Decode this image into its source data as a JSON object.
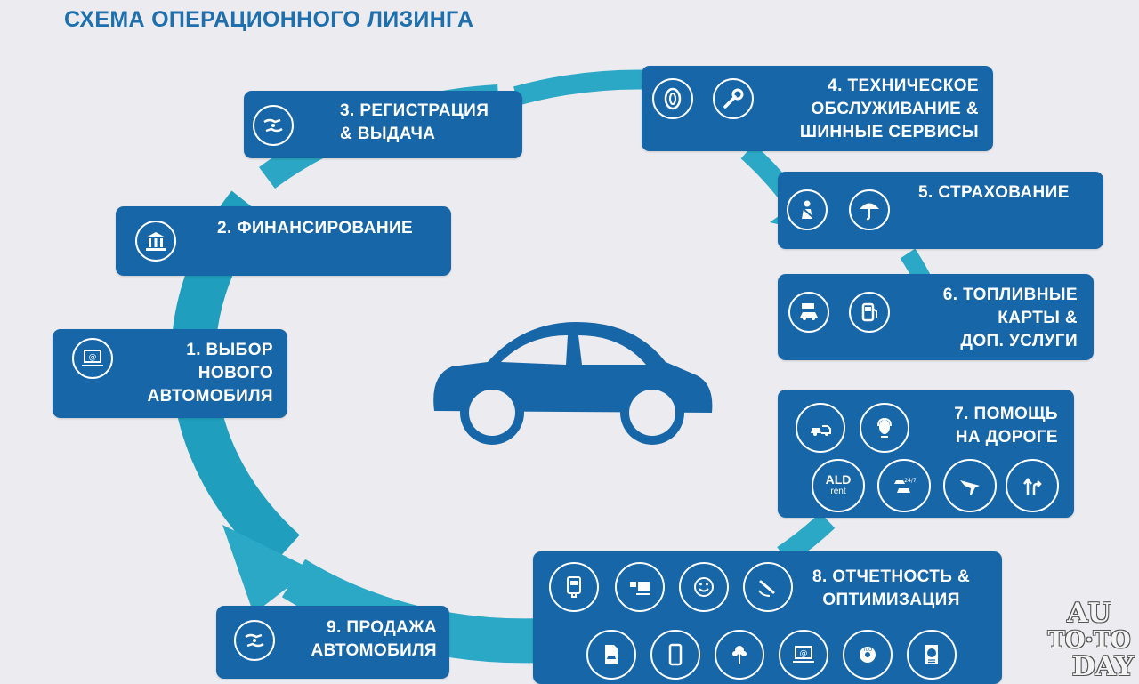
{
  "title": "СХЕМА ОПЕРАЦИОННОГО ЛИЗИНГА",
  "steps": [
    {
      "label": "1.  ВЫБОР\nНОВОГО\nАВТОМОБИЛЯ",
      "icons": [
        "laptop-at-icon"
      ]
    },
    {
      "label": "2.  ФИНАНСИРОВАНИЕ",
      "icons": [
        "bank-icon"
      ]
    },
    {
      "label": "3.  РЕГИСТРАЦИЯ\n& ВЫДАЧА",
      "icons": [
        "hands-exchange-icon"
      ]
    },
    {
      "label": "4. ТЕХНИЧЕСКОЕ\nОБСЛУЖИВАНИЕ &\nШИННЫЕ СЕРВИСЫ",
      "icons": [
        "tire-icon",
        "wrench-icon"
      ]
    },
    {
      "label": "5.  СТРАХОВАНИЕ",
      "icons": [
        "seatbelt-person-icon",
        "umbrella-icon"
      ]
    },
    {
      "label": "6. ТОПЛИВНЫЕ\nКАРТЫ &\nДОП. УСЛУГИ",
      "icons": [
        "car-wash-icon",
        "fuel-pump-icon"
      ]
    },
    {
      "label": "7. ПОМОЩЬ\nНА ДОРОГЕ",
      "icons": [
        "tow-truck-icon",
        "headset-operator-icon",
        "ald-rent-icon",
        "replacement-car-24-7-icon",
        "airplane-icon",
        "directions-icon"
      ],
      "ald_text": "ALD",
      "ald_sub": "rent",
      "badge_24_7": "24/7"
    },
    {
      "label": "8. ОТЧЕТНОСТЬ &\nОПТИМИЗАЦИЯ",
      "icons": [
        "fuel-card-reader-icon",
        "computer-transfer-icon",
        "smiley-icon",
        "speedometer-icon",
        "car-document-icon",
        "smartphone-icon",
        "tree-eco-icon",
        "laptop-at-icon",
        "tco-disc-icon",
        "euro-document-icon"
      ],
      "tco_text": "TCO"
    },
    {
      "label": "9.  ПРОДАЖА\nАВТОМОБИЛЯ",
      "icons": [
        "hands-exchange-icon"
      ]
    }
  ],
  "watermark": {
    "line1": "AU",
    "line2": "TO·TO",
    "line3": "DAY"
  },
  "colors": {
    "box": "#1766a8",
    "arrow": "#21a2c2",
    "title": "#1d6fae",
    "background": "#ecebef"
  }
}
